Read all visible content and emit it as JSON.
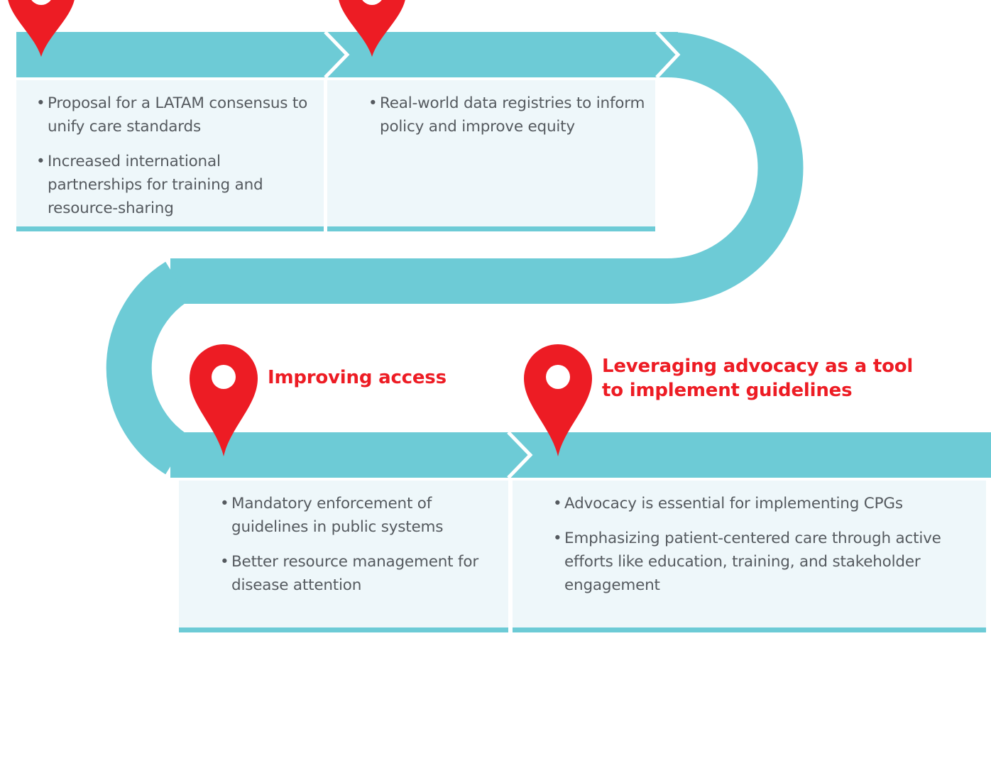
{
  "colors": {
    "road": "#6dcbd6",
    "card_background": "#eef7fa",
    "pin": "#ed1c24",
    "heading": "#ed1c24",
    "body_text": "#555a5f"
  },
  "milestones": [
    {
      "heading": "",
      "icon": "map-pin-icon",
      "bullets": [
        "Proposal for a LATAM consensus to unify care standards",
        "Increased international partnerships for training and resource-sharing"
      ]
    },
    {
      "heading": "",
      "icon": "map-pin-icon",
      "bullets": [
        "Real-world data registries to inform policy and improve equity"
      ]
    },
    {
      "heading": "Improving access",
      "icon": "map-pin-icon",
      "bullets": [
        "Mandatory enforcement of guidelines in public systems",
        "Better resource management for disease attention"
      ]
    },
    {
      "heading": "Leveraging advocacy as a tool to implement guidelines",
      "icon": "map-pin-icon",
      "bullets": [
        "Advocacy is essential for implementing CPGs",
        "Emphasizing patient-centered care through active efforts like education, training, and stakeholder engagement"
      ]
    }
  ]
}
